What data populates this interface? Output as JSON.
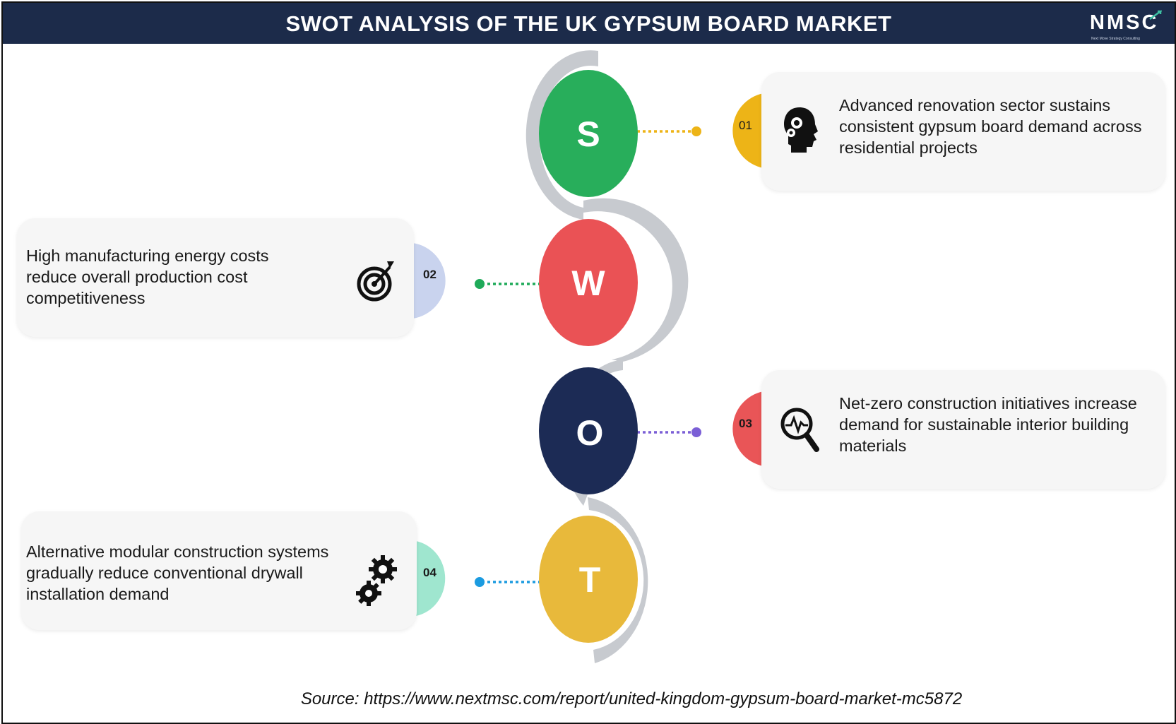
{
  "header": {
    "title": "SWOT ANALYSIS OF THE UK GYPSUM BOARD MARKET"
  },
  "logo": {
    "name": "NMSC",
    "tagline": "Next Move Strategy Consulting"
  },
  "swot": [
    {
      "letter": "S",
      "number": "01",
      "text": "Advanced renovation sector sustains consistent gypsum board demand across residential projects",
      "color": "#28ae5b",
      "tab_color": "#edb417",
      "dot_color": "#edb417",
      "icon": "head-gears-icon"
    },
    {
      "letter": "W",
      "number": "02",
      "text": "High manufacturing energy costs reduce overall production cost competitiveness",
      "color": "#ea5255",
      "tab_color": "#c9d3ee",
      "dot_color": "#1eaa59",
      "icon": "target-icon"
    },
    {
      "letter": "O",
      "number": "03",
      "text": "Net-zero construction initiatives increase demand for sustainable interior building materials",
      "color": "#1c2b55",
      "tab_color": "#e95557",
      "dot_color": "#7b5fd6",
      "icon": "magnifier-pulse-icon"
    },
    {
      "letter": "T",
      "number": "04",
      "text": "Alternative modular construction systems gradually reduce conventional drywall installation demand",
      "color": "#e8b93b",
      "tab_color": "#9fe6cf",
      "dot_color": "#1b9be0",
      "icon": "gears-icon"
    }
  ],
  "colors": {
    "header_bg": "#1c2b4a",
    "ribbon": "#c7cacf"
  },
  "source": "Source: https://www.nextmsc.com/report/united-kingdom-gypsum-board-market-mc5872"
}
